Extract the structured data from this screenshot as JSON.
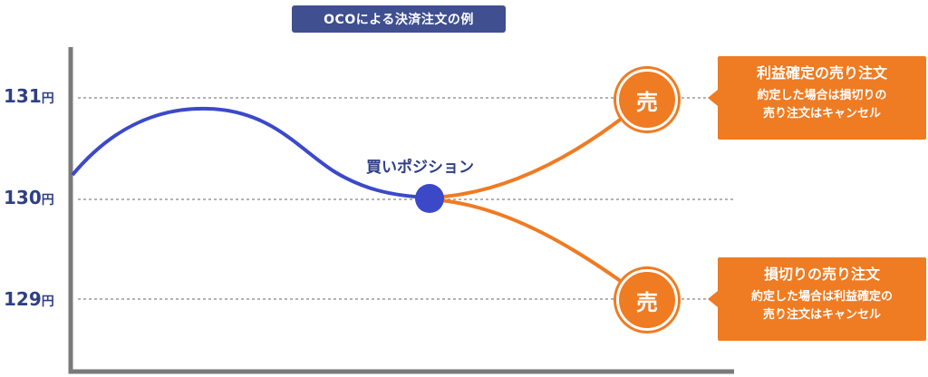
{
  "title": "OCOによる決済注文の例",
  "unit": "円",
  "y_levels": [
    {
      "value": "131",
      "level": 131
    },
    {
      "value": "130",
      "level": 130
    },
    {
      "value": "129",
      "level": 129
    }
  ],
  "position_label": "買いポジション",
  "sell_glyph": "売",
  "callouts": [
    {
      "title": "利益確定の売り注文",
      "line1": "約定した場合は損切りの",
      "line2": "売り注文はキャンセル"
    },
    {
      "title": "損切りの売り注文",
      "line1": "約定した場合は利益確定の",
      "line2": "売り注文はキャンセル"
    }
  ],
  "colors": {
    "price_path": "#3b49c9",
    "sell_path": "#ef7b22",
    "axis": "#7a7a7a",
    "gridline": "#9a9a9a",
    "label_text": "#2f3f86",
    "title_bg": "#3f4f8f"
  }
}
